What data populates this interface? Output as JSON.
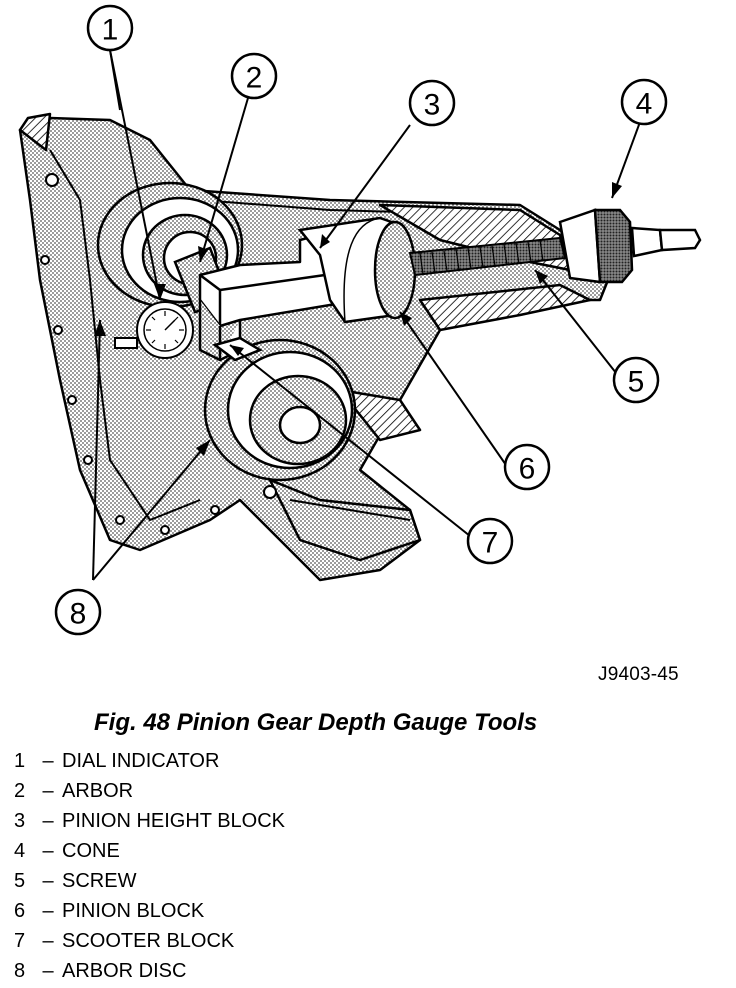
{
  "figure_id": "J9403-45",
  "caption": "Fig. 48 Pinion Gear Depth Gauge Tools",
  "separator": "–",
  "callouts": [
    "1",
    "2",
    "3",
    "4",
    "5",
    "6",
    "7",
    "8"
  ],
  "legend": [
    {
      "num": "1",
      "label": "DIAL INDICATOR"
    },
    {
      "num": "2",
      "label": "ARBOR"
    },
    {
      "num": "3",
      "label": "PINION HEIGHT BLOCK"
    },
    {
      "num": "4",
      "label": "CONE"
    },
    {
      "num": "5",
      "label": "SCREW"
    },
    {
      "num": "6",
      "label": "PINION BLOCK"
    },
    {
      "num": "7",
      "label": "SCOOTER BLOCK"
    },
    {
      "num": "8",
      "label": "ARBOR DISC"
    }
  ]
}
